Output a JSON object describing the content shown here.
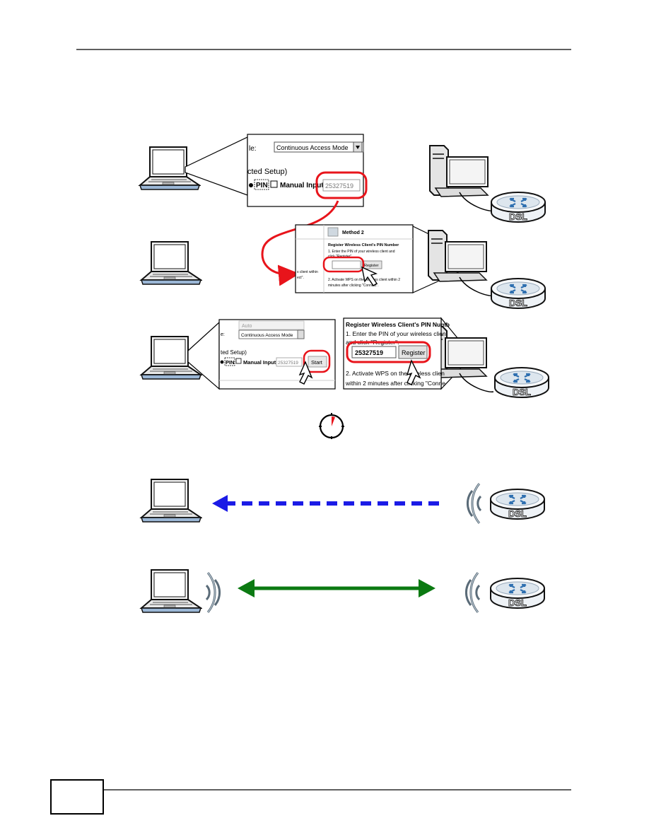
{
  "step1": {
    "mode_label": "le:",
    "mode_value": "Continuous Access Mode",
    "setup_label": "cted Setup)",
    "pin_label": "PIN",
    "manual_label": "Manual Input",
    "pin_value": "25327519"
  },
  "step2": {
    "method_title": "Method 2",
    "register_title": "Register Wireless Client's PIN Number",
    "enter_line1": "1. Enter the PIN of your wireless client and",
    "enter_line2": "click \"Register\".",
    "register_btn": "Register",
    "activate_line1": "2. Activate WPS on the wireless client within 2",
    "activate_line2": "minutes after clicking \"Connect\".",
    "side_text1": "s client within",
    "side_text2": "ect\"."
  },
  "step3_left": {
    "auto_value": "Auto",
    "mode_label": "e:",
    "mode_value": "Continuous Access Mode",
    "setup_label": "ted Setup)",
    "pin_label": "PIN",
    "manual_label": "Manual Input",
    "pin_value": "25327519",
    "start_btn": "Start"
  },
  "step3_right": {
    "register_title": "Register Wireless Client's PIN Numb",
    "enter_line1": "1. Enter the PIN of your wireless clien",
    "enter_line2": "and click \"Register\".",
    "pin_value": "25327519",
    "register_btn": "Register",
    "activate_line1": "2. Activate WPS on the wireless clien",
    "activate_line2": "within 2 minutes after clicking \"Conne"
  },
  "router_label": "DSL",
  "colors": {
    "highlight_red": "#e8141b",
    "arrow_blue": "#1b1be6",
    "arrow_green": "#0b7a12"
  }
}
